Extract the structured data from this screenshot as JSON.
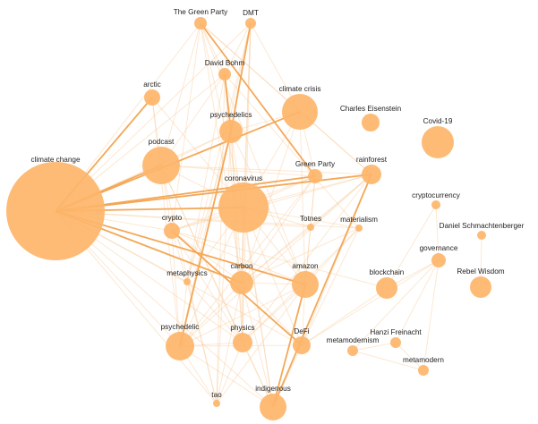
{
  "colors": {
    "node": "#fdb56a",
    "edge_light": "#f8c896",
    "edge_strong": "#f3a34f",
    "label": "#222222"
  },
  "nodes": [
    {
      "id": "climate_change",
      "label": "climate change",
      "weight": 1.0
    },
    {
      "id": "coronavirus",
      "label": "coronavirus",
      "weight": 0.52
    },
    {
      "id": "podcast",
      "label": "podcast",
      "weight": 0.4
    },
    {
      "id": "climate_crisis",
      "label": "climate crisis",
      "weight": 0.38
    },
    {
      "id": "covid19",
      "label": "Covid-19",
      "weight": 0.32
    },
    {
      "id": "psychedelic",
      "label": "psychedelic",
      "weight": 0.3
    },
    {
      "id": "indigenous",
      "label": "indigenous",
      "weight": 0.28
    },
    {
      "id": "amazon",
      "label": "amazon",
      "weight": 0.28
    },
    {
      "id": "psychedelics",
      "label": "psychedelics",
      "weight": 0.24
    },
    {
      "id": "carbon",
      "label": "carbon",
      "weight": 0.24
    },
    {
      "id": "blockchain",
      "label": "blockchain",
      "weight": 0.23
    },
    {
      "id": "rebel_wisdom",
      "label": "Rebel Wisdom",
      "weight": 0.23
    },
    {
      "id": "physics",
      "label": "physics",
      "weight": 0.21
    },
    {
      "id": "rainforest",
      "label": "rainforest",
      "weight": 0.22
    },
    {
      "id": "defi",
      "label": "DeFi",
      "weight": 0.19
    },
    {
      "id": "charles_eisenstein",
      "label": "Charles Eisenstein",
      "weight": 0.19
    },
    {
      "id": "arctic",
      "label": "arctic",
      "weight": 0.18
    },
    {
      "id": "crypto",
      "label": "crypto",
      "weight": 0.17
    },
    {
      "id": "green_party",
      "label": "Green Party",
      "weight": 0.16
    },
    {
      "id": "governance",
      "label": "governance",
      "weight": 0.15
    },
    {
      "id": "david_bohm",
      "label": "David Bohm",
      "weight": 0.13
    },
    {
      "id": "the_green_party",
      "label": "The Green Party",
      "weight": 0.13
    },
    {
      "id": "dmt",
      "label": "DMT",
      "weight": 0.12
    },
    {
      "id": "hanzi_freinacht",
      "label": "Hanzi Freinacht",
      "weight": 0.12
    },
    {
      "id": "metamodernism",
      "label": "metamodernism",
      "weight": 0.11
    },
    {
      "id": "metamodern",
      "label": "metamodern",
      "weight": 0.11
    },
    {
      "id": "cryptocurrency",
      "label": "cryptocurrency",
      "weight": 0.1
    },
    {
      "id": "daniel_schmachtenberger",
      "label": "Daniel Schmachtenberger",
      "weight": 0.1
    },
    {
      "id": "metaphysics",
      "label": "metaphysics",
      "weight": 0.09
    },
    {
      "id": "materialism",
      "label": "materialism",
      "weight": 0.09
    },
    {
      "id": "tao",
      "label": "tao",
      "weight": 0.09
    },
    {
      "id": "totnes",
      "label": "Totnes",
      "weight": 0.08
    }
  ],
  "edges_strong": [
    [
      "climate_change",
      "arctic"
    ],
    [
      "climate_change",
      "podcast"
    ],
    [
      "climate_change",
      "coronavirus"
    ],
    [
      "climate_change",
      "climate_crisis"
    ],
    [
      "climate_change",
      "rainforest"
    ],
    [
      "climate_change",
      "amazon"
    ],
    [
      "climate_change",
      "carbon"
    ],
    [
      "climate_change",
      "green_party"
    ],
    [
      "psychedelics",
      "psychedelic"
    ],
    [
      "the_green_party",
      "green_party"
    ],
    [
      "rainforest",
      "indigenous"
    ],
    [
      "amazon",
      "indigenous"
    ],
    [
      "dmt",
      "psychedelics"
    ],
    [
      "david_bohm",
      "psychedelics"
    ],
    [
      "crypto",
      "defi"
    ]
  ],
  "edges_light": [
    [
      "climate_change",
      "crypto"
    ],
    [
      "climate_change",
      "metaphysics"
    ],
    [
      "climate_change",
      "psychedelic"
    ],
    [
      "climate_change",
      "physics"
    ],
    [
      "climate_change",
      "defi"
    ],
    [
      "climate_change",
      "indigenous"
    ],
    [
      "climate_change",
      "psychedelics"
    ],
    [
      "climate_change",
      "david_bohm"
    ],
    [
      "climate_change",
      "the_green_party"
    ],
    [
      "climate_change",
      "dmt"
    ],
    [
      "climate_change",
      "totnes"
    ],
    [
      "climate_change",
      "materialism"
    ],
    [
      "climate_change",
      "tao"
    ],
    [
      "arctic",
      "coronavirus"
    ],
    [
      "arctic",
      "podcast"
    ],
    [
      "arctic",
      "psychedelic"
    ],
    [
      "podcast",
      "psychedelics"
    ],
    [
      "podcast",
      "david_bohm"
    ],
    [
      "podcast",
      "coronavirus"
    ],
    [
      "podcast",
      "crypto"
    ],
    [
      "podcast",
      "physics"
    ],
    [
      "podcast",
      "indigenous"
    ],
    [
      "podcast",
      "tao"
    ],
    [
      "podcast",
      "the_green_party"
    ],
    [
      "podcast",
      "green_party"
    ],
    [
      "podcast",
      "rainforest"
    ],
    [
      "coronavirus",
      "the_green_party"
    ],
    [
      "coronavirus",
      "dmt"
    ],
    [
      "coronavirus",
      "green_party"
    ],
    [
      "coronavirus",
      "rainforest"
    ],
    [
      "coronavirus",
      "totnes"
    ],
    [
      "coronavirus",
      "materialism"
    ],
    [
      "coronavirus",
      "carbon"
    ],
    [
      "coronavirus",
      "amazon"
    ],
    [
      "coronavirus",
      "crypto"
    ],
    [
      "coronavirus",
      "metaphysics"
    ],
    [
      "coronavirus",
      "psychedelic"
    ],
    [
      "coronavirus",
      "physics"
    ],
    [
      "coronavirus",
      "defi"
    ],
    [
      "coronavirus",
      "indigenous"
    ],
    [
      "coronavirus",
      "climate_crisis"
    ],
    [
      "climate_crisis",
      "the_green_party"
    ],
    [
      "climate_crisis",
      "dmt"
    ],
    [
      "climate_crisis",
      "amazon"
    ],
    [
      "climate_crisis",
      "rainforest"
    ],
    [
      "climate_crisis",
      "carbon"
    ],
    [
      "climate_crisis",
      "green_party"
    ],
    [
      "climate_crisis",
      "psychedelics"
    ],
    [
      "the_green_party",
      "david_bohm"
    ],
    [
      "the_green_party",
      "rainforest"
    ],
    [
      "the_green_party",
      "carbon"
    ],
    [
      "the_green_party",
      "amazon"
    ],
    [
      "the_green_party",
      "crypto"
    ],
    [
      "dmt",
      "david_bohm"
    ],
    [
      "dmt",
      "carbon"
    ],
    [
      "dmt",
      "physics"
    ],
    [
      "dmt",
      "psychedelic"
    ],
    [
      "dmt",
      "metaphysics"
    ],
    [
      "david_bohm",
      "physics"
    ],
    [
      "david_bohm",
      "metaphysics"
    ],
    [
      "david_bohm",
      "materialism"
    ],
    [
      "david_bohm",
      "tao"
    ],
    [
      "psychedelics",
      "metaphysics"
    ],
    [
      "psychedelics",
      "tao"
    ],
    [
      "psychedelics",
      "carbon"
    ],
    [
      "psychedelics",
      "amazon"
    ],
    [
      "psychedelics",
      "indigenous"
    ],
    [
      "psychedelics",
      "physics"
    ],
    [
      "green_party",
      "carbon"
    ],
    [
      "green_party",
      "amazon"
    ],
    [
      "green_party",
      "totnes"
    ],
    [
      "green_party",
      "psychedelic"
    ],
    [
      "green_party",
      "crypto"
    ],
    [
      "rainforest",
      "carbon"
    ],
    [
      "rainforest",
      "crypto"
    ],
    [
      "rainforest",
      "physics"
    ],
    [
      "rainforest",
      "psychedelic"
    ],
    [
      "rainforest",
      "defi"
    ],
    [
      "rainforest",
      "totnes"
    ],
    [
      "crypto",
      "carbon"
    ],
    [
      "crypto",
      "metaphysics"
    ],
    [
      "crypto",
      "physics"
    ],
    [
      "crypto",
      "amazon"
    ],
    [
      "crypto",
      "blockchain"
    ],
    [
      "crypto",
      "psychedelic"
    ],
    [
      "metaphysics",
      "physics"
    ],
    [
      "metaphysics",
      "tao"
    ],
    [
      "metaphysics",
      "psychedelic"
    ],
    [
      "carbon",
      "amazon"
    ],
    [
      "carbon",
      "physics"
    ],
    [
      "carbon",
      "defi"
    ],
    [
      "carbon",
      "indigenous"
    ],
    [
      "carbon",
      "psychedelic"
    ],
    [
      "carbon",
      "tao"
    ],
    [
      "carbon",
      "materialism"
    ],
    [
      "amazon",
      "psychedelic"
    ],
    [
      "amazon",
      "physics"
    ],
    [
      "amazon",
      "tao"
    ],
    [
      "amazon",
      "defi"
    ],
    [
      "amazon",
      "materialism"
    ],
    [
      "amazon",
      "totnes"
    ],
    [
      "materialism",
      "physics"
    ],
    [
      "materialism",
      "defi"
    ],
    [
      "totnes",
      "carbon"
    ],
    [
      "psychedelic",
      "physics"
    ],
    [
      "psychedelic",
      "indigenous"
    ],
    [
      "psychedelic",
      "tao"
    ],
    [
      "physics",
      "tao"
    ],
    [
      "physics",
      "indigenous"
    ],
    [
      "defi",
      "indigenous"
    ],
    [
      "defi",
      "psychedelic"
    ],
    [
      "defi",
      "governance"
    ],
    [
      "defi",
      "blockchain"
    ],
    [
      "cryptocurrency",
      "blockchain"
    ],
    [
      "cryptocurrency",
      "governance"
    ],
    [
      "governance",
      "blockchain"
    ],
    [
      "governance",
      "hanzi_freinacht"
    ],
    [
      "governance",
      "metamodernism"
    ],
    [
      "governance",
      "metamodern"
    ],
    [
      "daniel_schmachtenberger",
      "rebel_wisdom"
    ],
    [
      "hanzi_freinacht",
      "metamodern"
    ],
    [
      "metamodernism",
      "metamodern"
    ],
    [
      "hanzi_freinacht",
      "metamodernism"
    ]
  ]
}
